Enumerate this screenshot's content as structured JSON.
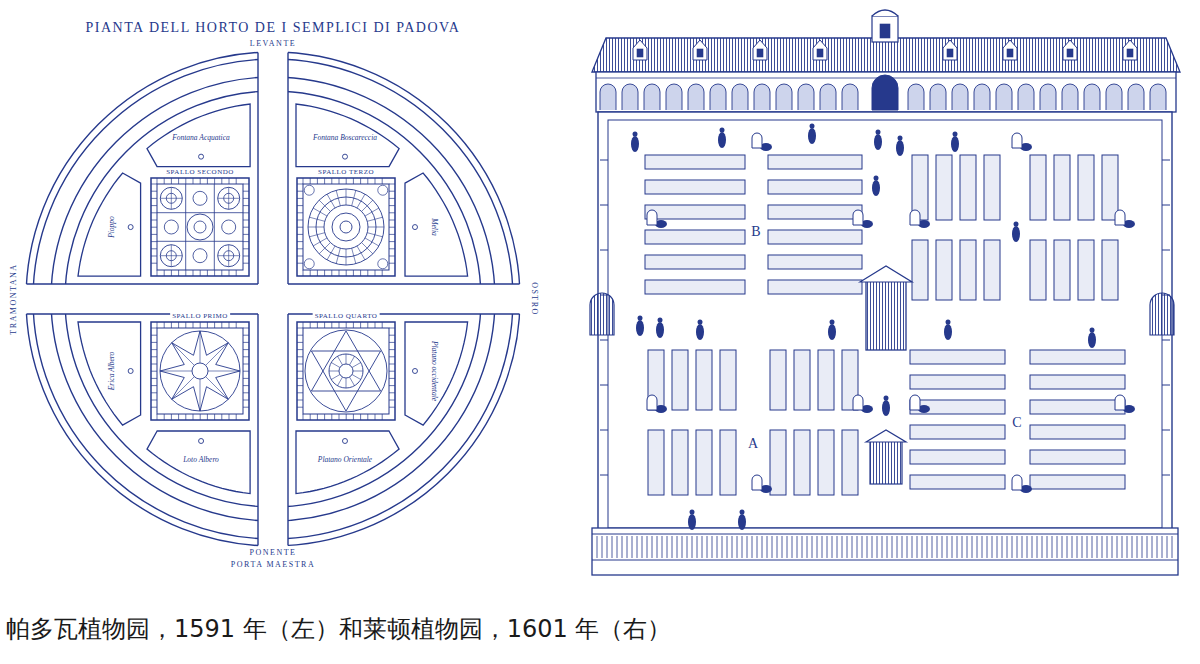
{
  "diagram": {
    "title": "PIANTA DELL HORTO DE I SEMPLICI DI PADOVA",
    "caption": "帕多瓦植物园，1591 年（左）和莱顿植物园，1601 年（右）",
    "nodes": [
      {
        "text": [
          "Fontana Acquatica"
        ]
      },
      {
        "text": [
          "Fontana Boscareccia"
        ]
      },
      {
        "text": [
          "SPALLO SECONDO"
        ]
      },
      {
        "text": [
          "SPALLO TERZO"
        ]
      },
      {
        "text": [
          "Pioppo"
        ]
      },
      {
        "text": [
          "Melia"
        ]
      },
      {
        "text": [
          "SPALLO PRIMO"
        ]
      },
      {
        "text": [
          "SPALLO QUARTO"
        ]
      },
      {
        "text": [
          "Erica Albero"
        ]
      },
      {
        "text": [
          "Platano occidentale"
        ]
      },
      {
        "text": [
          "Loto Albero"
        ]
      },
      {
        "text": [
          "Platano Orientale"
        ]
      }
    ],
    "labels": [
      "LEVANTE",
      "TRAMONTANA",
      "OSTRO",
      "PONENTE",
      "PORTA MAESTRA",
      "B",
      "A",
      "C"
    ]
  }
}
